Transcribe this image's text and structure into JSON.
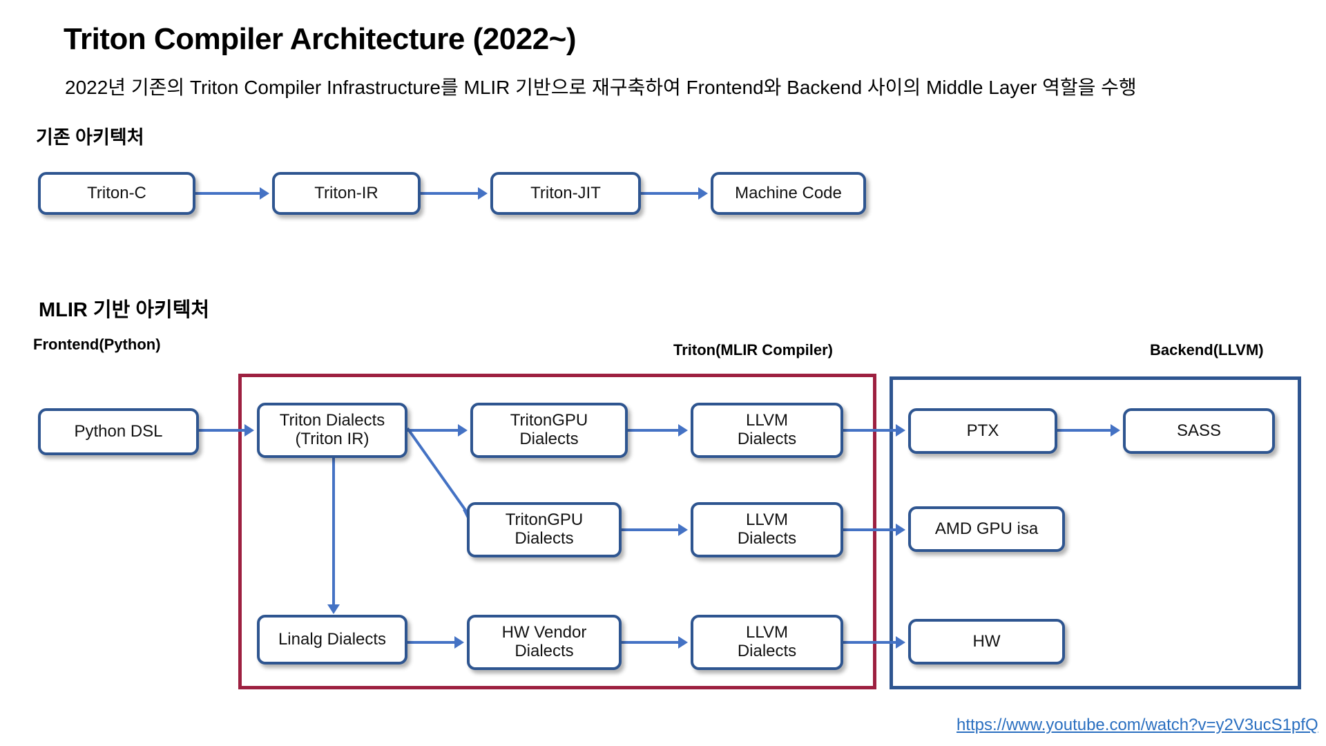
{
  "title": "Triton Compiler Architecture (2022~)",
  "subtitle": "2022년 기존의 Triton Compiler Infrastructure를 MLIR 기반으로 재구축하여 Frontend와 Backend 사이의 Middle Layer 역할을 수행",
  "sections": {
    "legacy_heading": "기존 아키텍처",
    "mlir_heading": "MLIR 기반 아키텍처"
  },
  "column_labels": {
    "frontend": "Frontend(Python)",
    "triton": "Triton(MLIR Compiler)",
    "backend": "Backend(LLVM)"
  },
  "legacy_flow": {
    "nodes": [
      {
        "id": "triton-c",
        "label": "Triton-C"
      },
      {
        "id": "triton-ir",
        "label": "Triton-IR"
      },
      {
        "id": "triton-jit",
        "label": "Triton-JIT"
      },
      {
        "id": "machine-code",
        "label": "Machine Code"
      }
    ],
    "edges": [
      {
        "from": "triton-c",
        "to": "triton-ir"
      },
      {
        "from": "triton-ir",
        "to": "triton-jit"
      },
      {
        "from": "triton-jit",
        "to": "machine-code"
      }
    ]
  },
  "mlir_flow": {
    "frontend_nodes": [
      {
        "id": "python-dsl",
        "label": "Python DSL"
      }
    ],
    "triton_nodes": [
      {
        "id": "triton-dialects",
        "line1": "Triton Dialects",
        "line2": "(Triton IR)"
      },
      {
        "id": "tritongpu-dialects-1",
        "line1": "TritonGPU",
        "line2": "Dialects"
      },
      {
        "id": "llvm-dialects-1",
        "line1": "LLVM",
        "line2": "Dialects"
      },
      {
        "id": "tritongpu-dialects-2",
        "line1": "TritonGPU",
        "line2": "Dialects"
      },
      {
        "id": "llvm-dialects-2",
        "line1": "LLVM",
        "line2": "Dialects"
      },
      {
        "id": "linalg-dialects",
        "line1": "Linalg Dialects",
        "line2": ""
      },
      {
        "id": "hw-vendor-dialects",
        "line1": "HW Vendor",
        "line2": "Dialects"
      },
      {
        "id": "llvm-dialects-3",
        "line1": "LLVM",
        "line2": "Dialects"
      }
    ],
    "backend_nodes": [
      {
        "id": "ptx",
        "label": "PTX"
      },
      {
        "id": "sass",
        "label": "SASS"
      },
      {
        "id": "amd-gpu-isa",
        "label": "AMD GPU isa"
      },
      {
        "id": "hw",
        "label": "HW"
      }
    ],
    "edges": [
      {
        "from": "python-dsl",
        "to": "triton-dialects"
      },
      {
        "from": "triton-dialects",
        "to": "tritongpu-dialects-1"
      },
      {
        "from": "tritongpu-dialects-1",
        "to": "llvm-dialects-1"
      },
      {
        "from": "llvm-dialects-1",
        "to": "ptx"
      },
      {
        "from": "ptx",
        "to": "sass"
      },
      {
        "from": "triton-dialects",
        "to": "tritongpu-dialects-2"
      },
      {
        "from": "tritongpu-dialects-2",
        "to": "llvm-dialects-2"
      },
      {
        "from": "llvm-dialects-2",
        "to": "amd-gpu-isa"
      },
      {
        "from": "triton-dialects",
        "to": "linalg-dialects"
      },
      {
        "from": "linalg-dialects",
        "to": "hw-vendor-dialects"
      },
      {
        "from": "hw-vendor-dialects",
        "to": "llvm-dialects-3"
      },
      {
        "from": "llvm-dialects-3",
        "to": "hw"
      }
    ]
  },
  "source_link": "https://www.youtube.com/watch?v=y2V3ucS1pfQ",
  "colors": {
    "node_border": "#2e5590",
    "connector": "#4472c4",
    "triton_group_border": "#9d2040",
    "backend_group_border": "#2e5590",
    "link": "#2a6fc0"
  }
}
